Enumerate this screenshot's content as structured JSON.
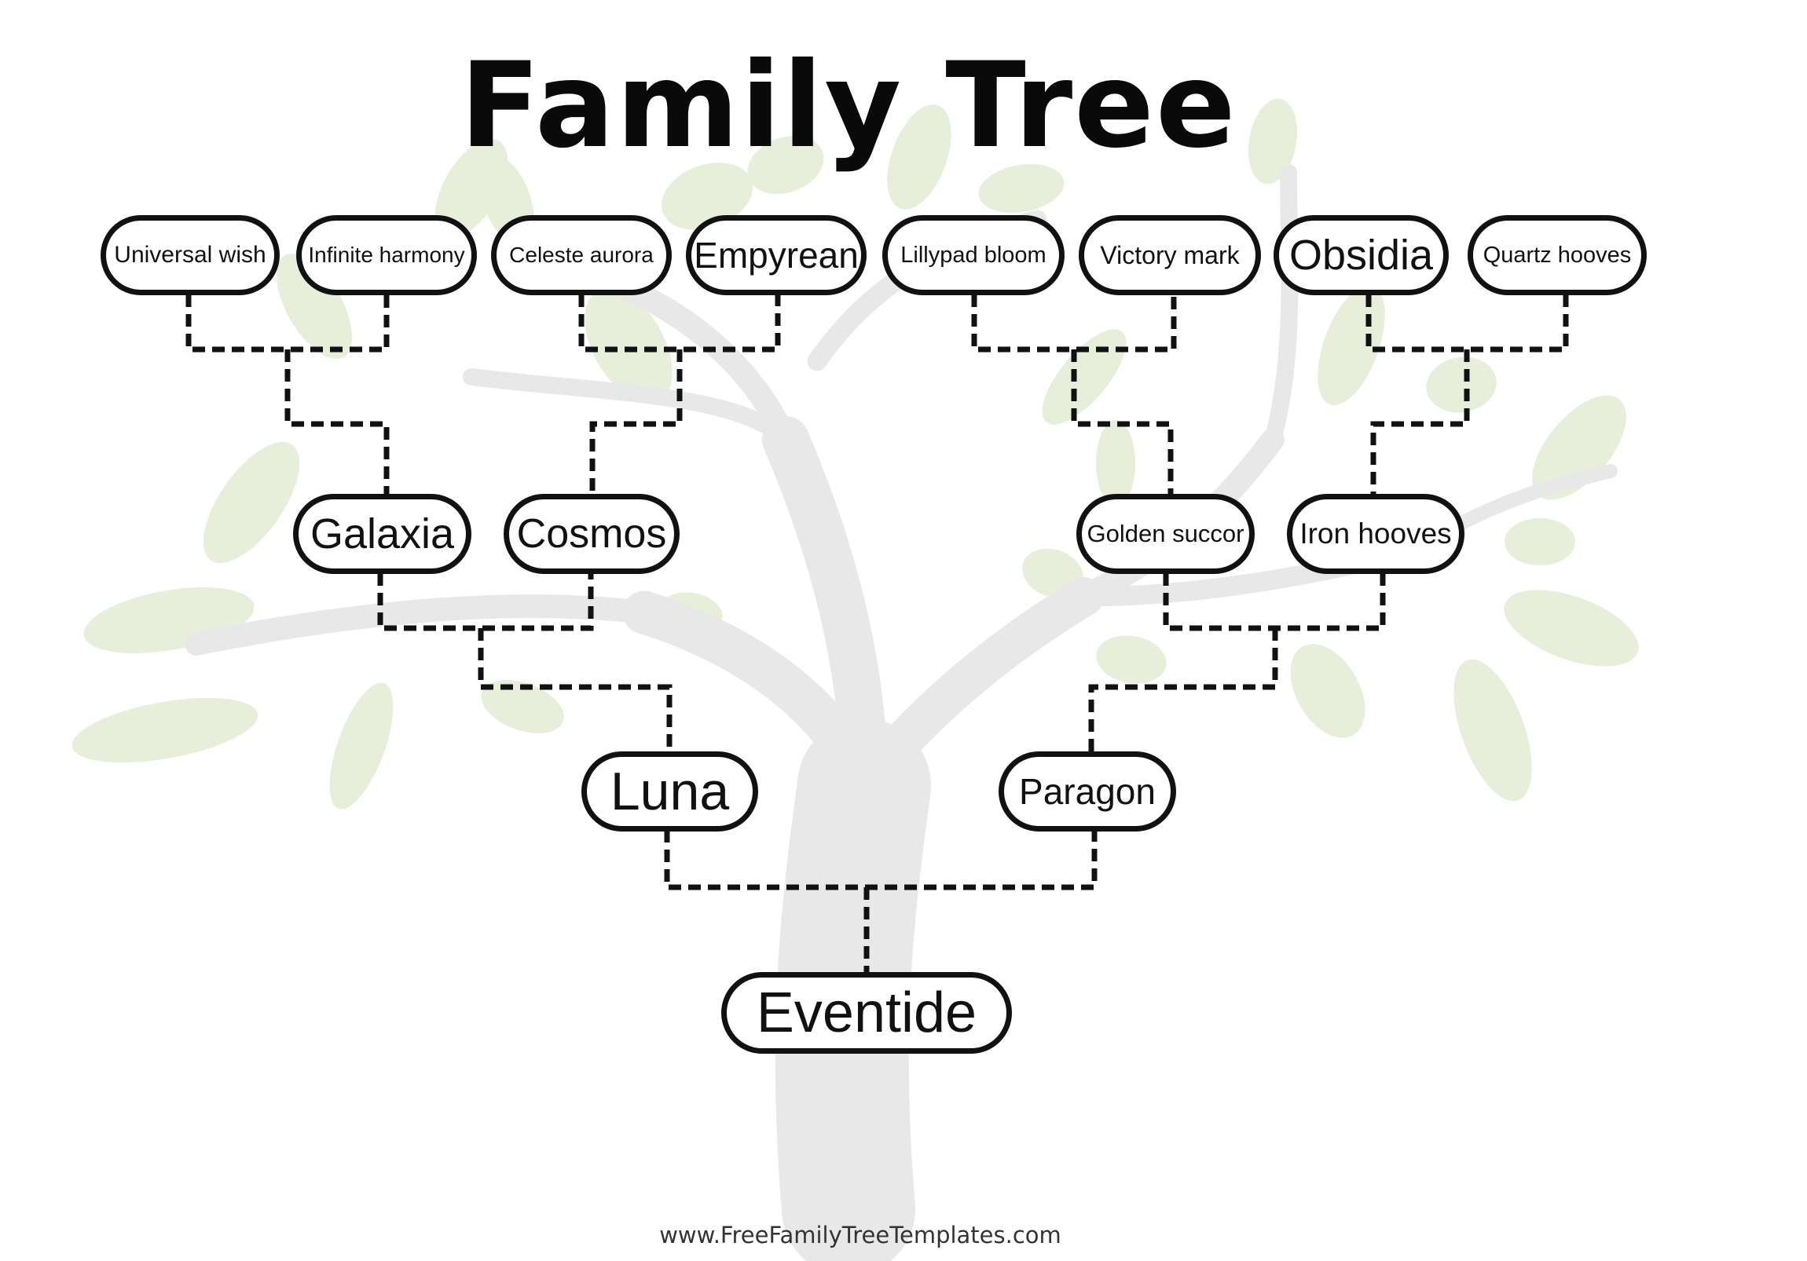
{
  "title": "Family Tree",
  "footer": "www.FreeFamilyTreeTemplates.com",
  "colors": {
    "trunk": "#e8e8e8",
    "leaf_light": "#eaf1e0",
    "leaf_mid": "#dde9d0",
    "line": "#111111",
    "node_border": "#111111"
  },
  "root": "Eventide",
  "parents": [
    "Luna",
    "Paragon"
  ],
  "grandparents": [
    "Galaxia",
    "Cosmos",
    "Golden succor",
    "Iron hooves"
  ],
  "great_grandparents": [
    "Universal wish",
    "Infinite harmony",
    "Celeste aurora",
    "Empyrean",
    "Lillypad bloom",
    "Victory mark",
    "Obsidia",
    "Quartz hooves"
  ]
}
